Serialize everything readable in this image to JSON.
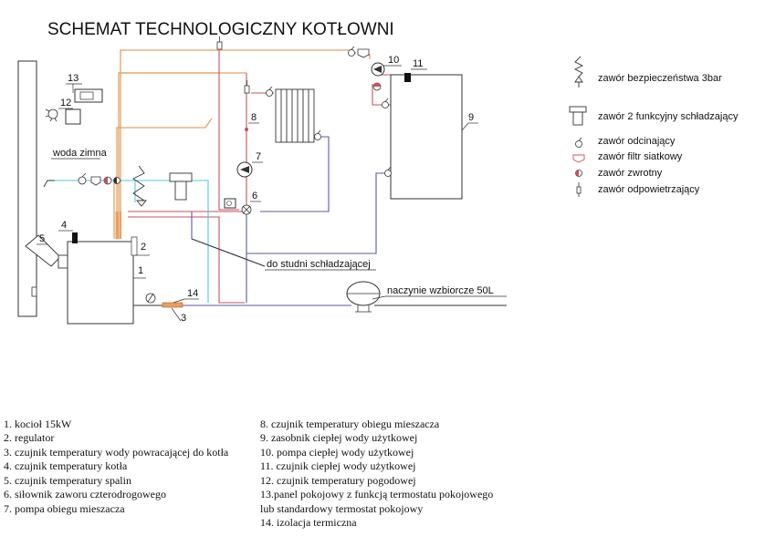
{
  "title": "SCHEMAT TECHNOLOGICZNY KOTŁOWNI",
  "labels": {
    "cold_water": "woda zimna",
    "to_cooling_well": "do studni schładzającej",
    "expansion_vessel": "naczynie wzbiorcze 50L"
  },
  "numbers": [
    "1",
    "2",
    "3",
    "4",
    "5",
    "6",
    "7",
    "8",
    "9",
    "10",
    "11",
    "12",
    "13",
    "14"
  ],
  "legend": [
    {
      "icon": "safety-valve-icon",
      "text": "zawór bezpieczeństwa 3bar"
    },
    {
      "icon": "cooling-valve-icon",
      "text": "zawór 2 funkcyjny schładzający"
    },
    {
      "icon": "shutoff-valve-icon",
      "text": "zawór odcinający"
    },
    {
      "icon": "strainer-icon",
      "text": "zawór filtr siatkowy"
    },
    {
      "icon": "check-valve-icon",
      "text": "zawór zwrotny"
    },
    {
      "icon": "air-vent-icon",
      "text": "zawór odpowietrzający"
    }
  ],
  "components_left": [
    "1. kocioł 15kW",
    "2. regulator",
    "3. czujnik temperatury wody powracającej do kotła",
    "4. czujnik temperatury kotła",
    "5. czujnik temperatury spalin",
    "6. siłownik zaworu czterodrogowego",
    "7. pompa obiegu mieszacza"
  ],
  "components_right": [
    "8. czujnik temperatury obiegu mieszacza",
    "9. zasobnik ciepłej wody użytkowej",
    "10. pompa ciepłej wody użytkowej",
    "11. czujnik ciepłej wody użytkowej",
    "12. czujnik temperatury pogodowej",
    "13.panel pokojowy z funkcją termostatu pokojowego",
    "lub standardowy termostat pokojowy",
    "14. izolacja termiczna"
  ],
  "colors": {
    "supply_orange": "#e8a060",
    "hot_red": "#c85060",
    "return_blue": "#5a5aa8",
    "cold_cyan": "#50c8d8",
    "line_black": "#333333"
  }
}
